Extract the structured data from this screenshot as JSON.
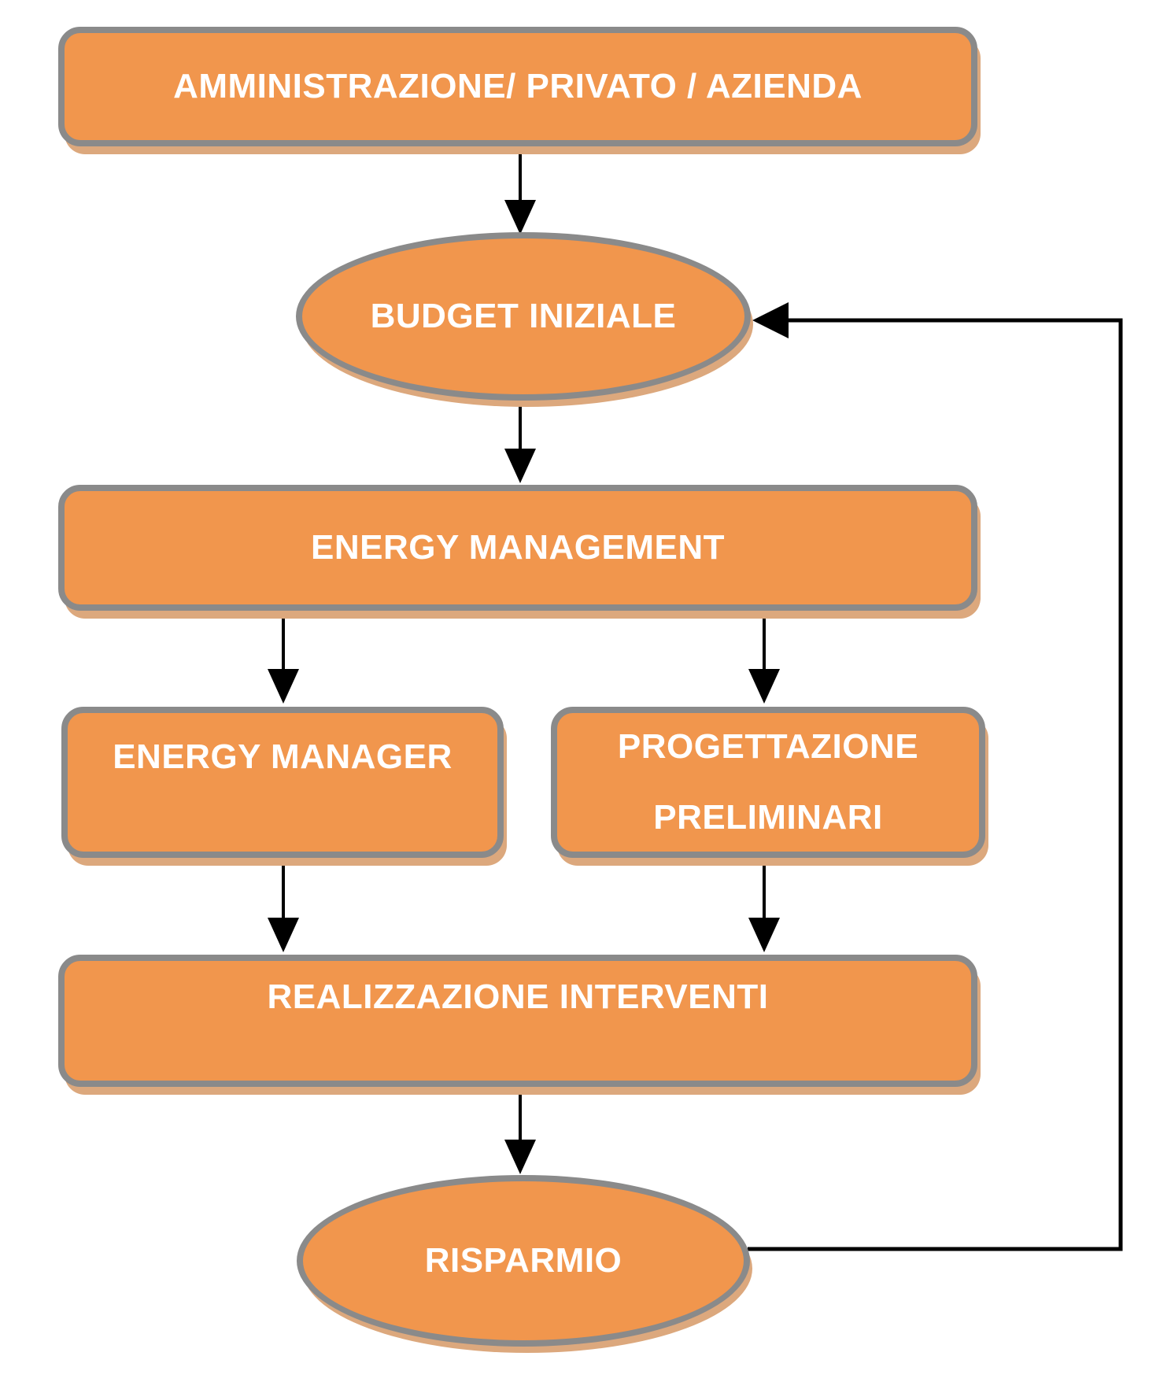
{
  "nodes": {
    "amministrazione": {
      "label": "AMMINISTRAZIONE/ PRIVATO / AZIENDA",
      "shape": "rounded-rect"
    },
    "budget_iniziale": {
      "label": "BUDGET INIZIALE",
      "shape": "ellipse"
    },
    "energy_management": {
      "label": "ENERGY MANAGEMENT",
      "shape": "rounded-rect"
    },
    "energy_manager": {
      "label": "ENERGY MANAGER",
      "shape": "rounded-rect"
    },
    "progettazione_preliminari": {
      "line1": "PROGETTAZIONE",
      "line2": "PRELIMINARI",
      "shape": "rounded-rect"
    },
    "realizzazione_interventi": {
      "label": "REALIZZAZIONE INTERVENTI",
      "shape": "rounded-rect"
    },
    "risparmio": {
      "label": "RISPARMIO",
      "shape": "ellipse"
    }
  },
  "edges": [
    {
      "from": "AMMINISTRAZIONE/ PRIVATO / AZIENDA",
      "to": "BUDGET INIZIALE",
      "type": "arrow"
    },
    {
      "from": "BUDGET INIZIALE",
      "to": "ENERGY MANAGEMENT",
      "type": "arrow"
    },
    {
      "from": "ENERGY MANAGEMENT",
      "to": "ENERGY MANAGER",
      "type": "arrow"
    },
    {
      "from": "ENERGY MANAGEMENT",
      "to": "PROGETTAZIONE PRELIMINARI",
      "type": "arrow"
    },
    {
      "from": "ENERGY MANAGER",
      "to": "REALIZZAZIONE INTERVENTI",
      "type": "arrow"
    },
    {
      "from": "PROGETTAZIONE PRELIMINARI",
      "to": "REALIZZAZIONE INTERVENTI",
      "type": "arrow"
    },
    {
      "from": "REALIZZAZIONE INTERVENTI",
      "to": "RISPARMIO",
      "type": "arrow"
    },
    {
      "from": "RISPARMIO",
      "to": "BUDGET INIZIALE",
      "type": "feedback-arrow"
    }
  ],
  "colors": {
    "node_fill": "#F1964D",
    "node_border": "#8A8A8A",
    "node_shadow": "#DCA87D",
    "connector": "#000000",
    "text": "#FFFFFF",
    "background": "#FFFFFF"
  }
}
